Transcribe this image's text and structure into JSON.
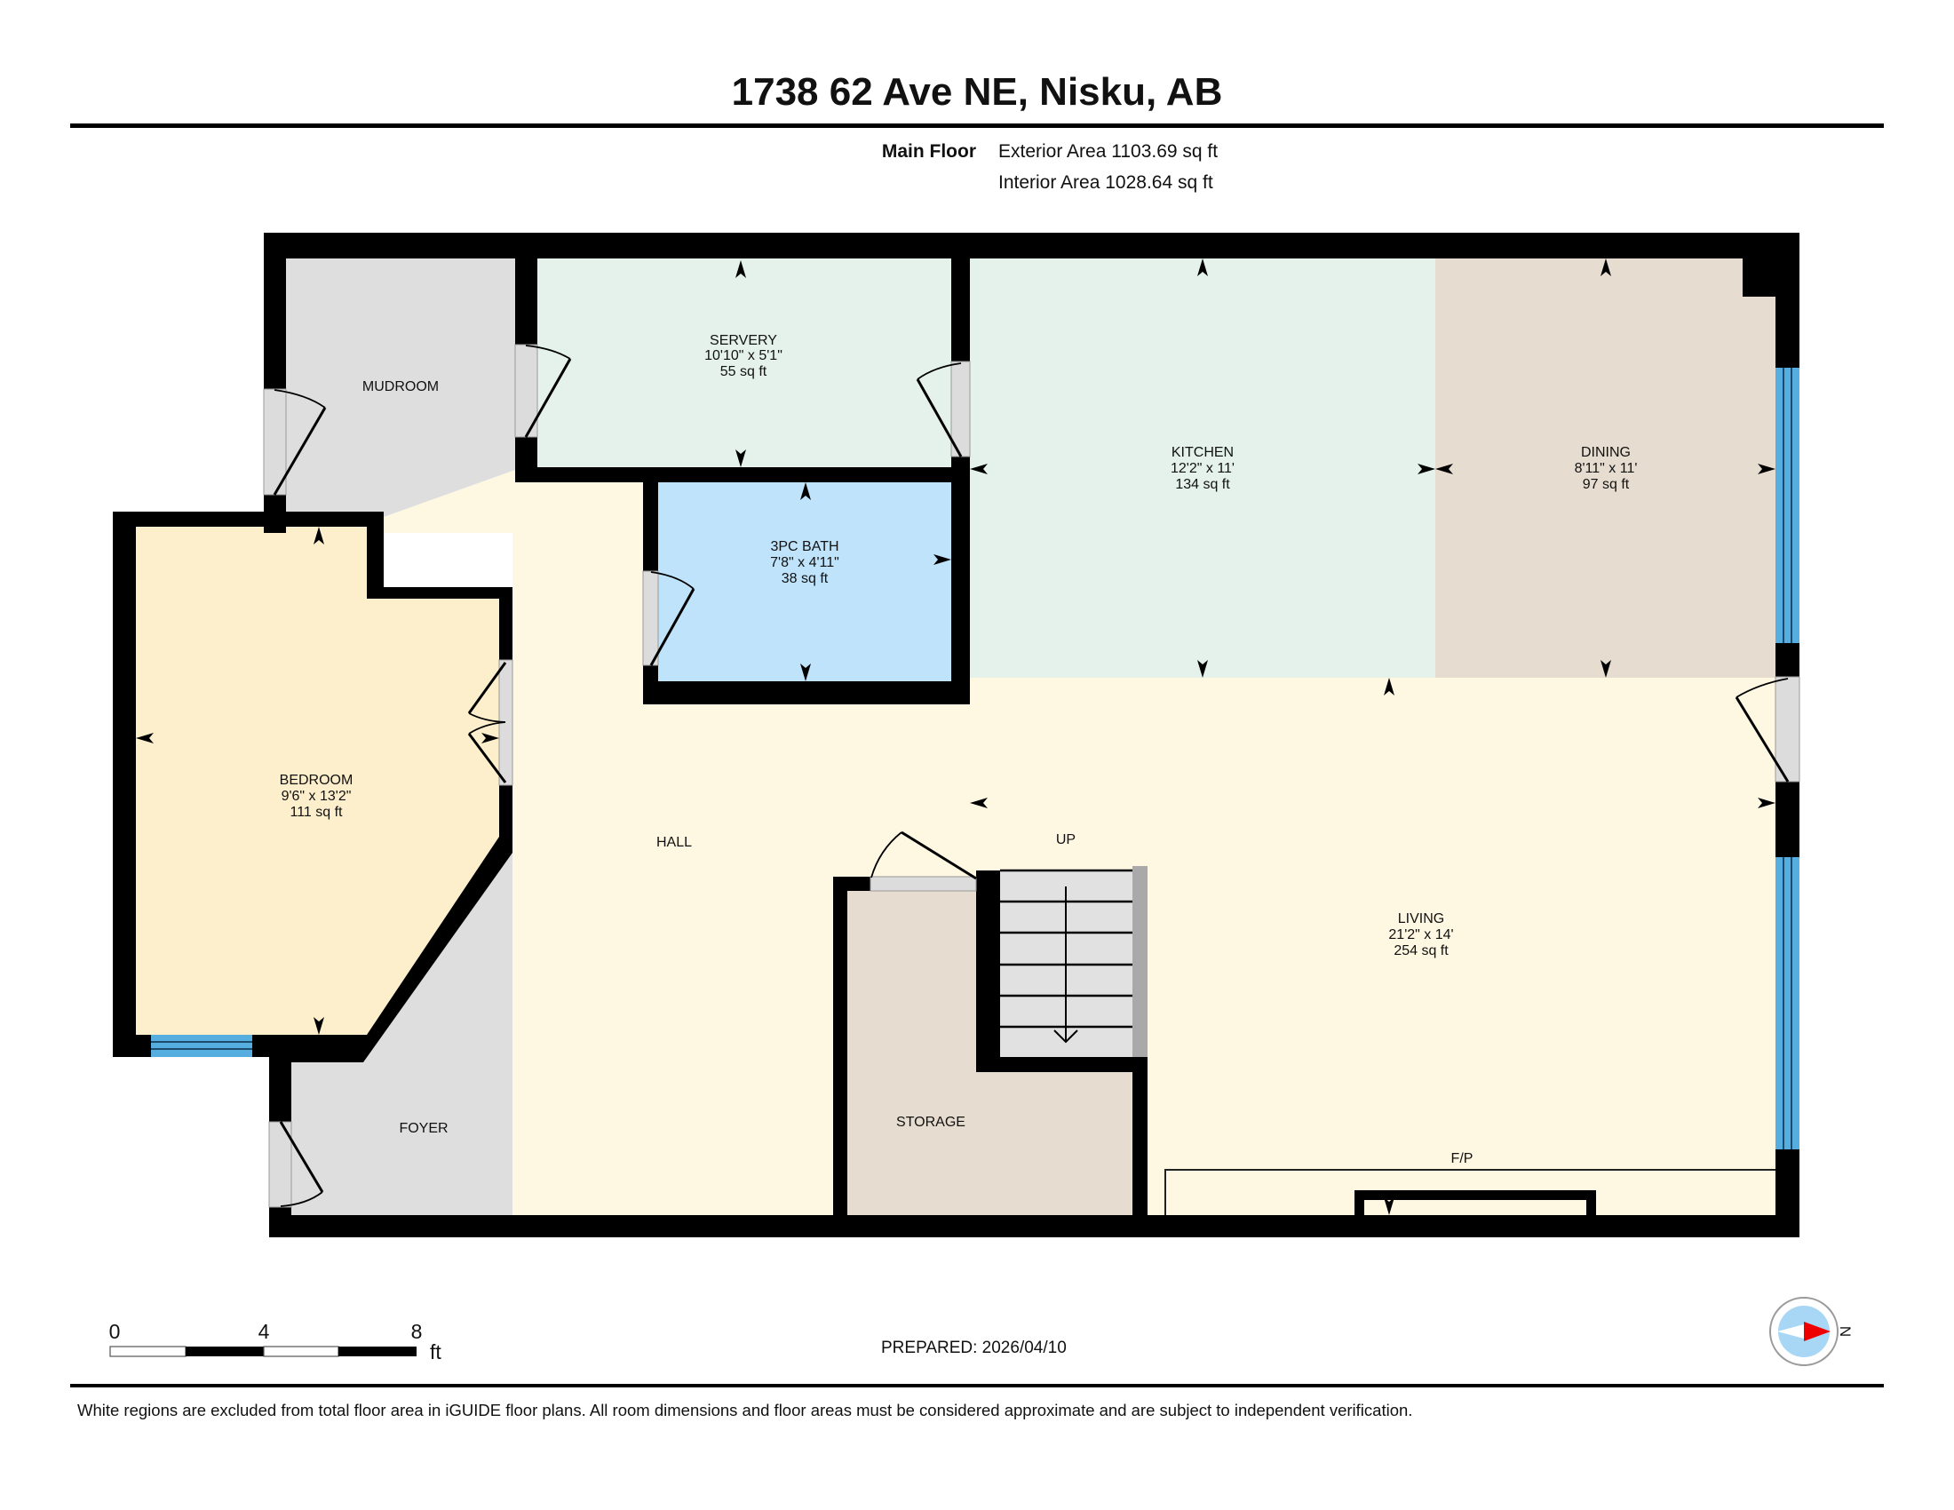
{
  "header": {
    "title": "1738 62 Ave NE, Nisku, AB",
    "floor_name": "Main Floor",
    "exterior_area": "Exterior Area 1103.69 sq ft",
    "interior_area": "Interior Area 1028.64 sq ft"
  },
  "rooms": {
    "mudroom": {
      "name": "MUDROOM"
    },
    "servery": {
      "name": "SERVERY",
      "dims": "10'10\" x 5'1\"",
      "area": "55 sq ft"
    },
    "kitchen": {
      "name": "KITCHEN",
      "dims": "12'2\" x 11'",
      "area": "134 sq ft"
    },
    "dining": {
      "name": "DINING",
      "dims": "8'11\" x 11'",
      "area": "97 sq ft"
    },
    "bath": {
      "name": "3PC BATH",
      "dims": "7'8\" x 4'11\"",
      "area": "38 sq ft"
    },
    "bedroom": {
      "name": "BEDROOM",
      "dims": "9'6\" x 13'2\"",
      "area": "111 sq ft"
    },
    "hall": {
      "name": "HALL"
    },
    "living": {
      "name": "LIVING",
      "dims": "21'2\" x 14'",
      "area": "254 sq ft"
    },
    "storage": {
      "name": "STORAGE"
    },
    "foyer": {
      "name": "FOYER"
    }
  },
  "labels": {
    "stairs_up": "UP",
    "fireplace": "F/P"
  },
  "colors": {
    "mudroom": "#dedede",
    "foyer": "#dedede",
    "servery": "#e4f2eb",
    "kitchen": "#e4f2eb",
    "dining": "#e6ddd0",
    "storage": "#e6ddd0",
    "bath": "#bfe3fb",
    "bedroom": "#fdefcc",
    "hall_living": "#fef7e2",
    "stairs": "#e1e1e1",
    "window": "#56aee0",
    "wall": "#000000"
  },
  "scale_bar": {
    "ticks": [
      "0",
      "4",
      "8"
    ],
    "unit": "ft"
  },
  "footer": {
    "prepared": "PREPARED: 2026/04/10",
    "compass_label": "N",
    "disclaimer": "White regions are excluded from total floor area in iGUIDE floor plans. All room dimensions and floor areas must be considered approximate and are subject to independent verification."
  }
}
